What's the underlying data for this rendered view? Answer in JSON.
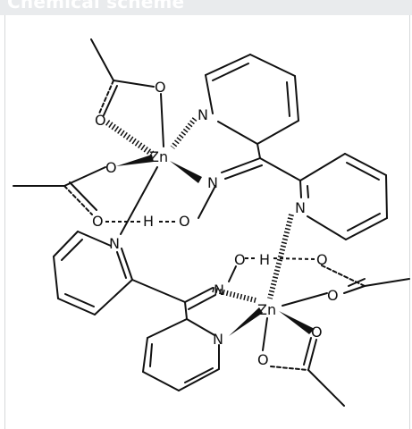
{
  "header": {
    "title": "Chemical scheme"
  },
  "scheme": {
    "zn_upper": "Zn",
    "zn_lower": "Zn",
    "pyr_n1": "N",
    "pyr_n2": "N",
    "pyr_n3": "N",
    "pyr_n4": "N",
    "oxime_n_upper": "N",
    "oxime_n_lower": "N",
    "o_acetate_1a": "O",
    "o_acetate_1b": "O",
    "o_acetate_2a": "O",
    "o_acetate_2b": "O",
    "o_oxime_upper": "O",
    "h_oxime_upper": "H",
    "o_oxime_lower": "O",
    "h_oxime_lower": "H",
    "o_acetate_3a": "O",
    "o_acetate_3b": "O",
    "o_acetate_4a": "O",
    "o_acetate_4b": "O"
  }
}
